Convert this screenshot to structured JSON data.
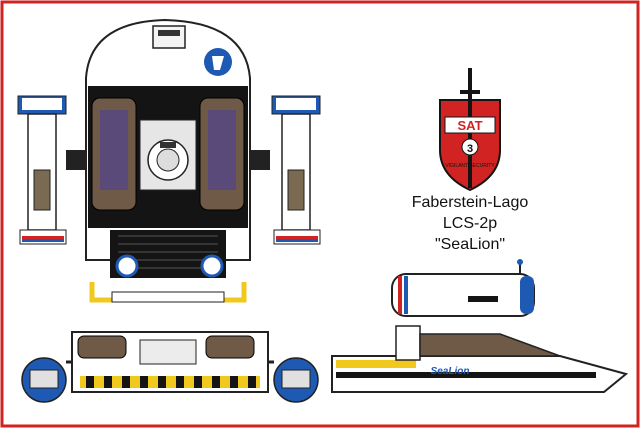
{
  "caption": {
    "manufacturer": "Faberstein-Lago",
    "model": "LCS-2p",
    "nickname": "\"SeaLion\""
  },
  "emblem": {
    "text": "SAT",
    "number": "3",
    "motto": "VIGILANT SECURITY"
  },
  "side_view": {
    "hull_label": "SeaLion"
  },
  "colors": {
    "border": "#d22323",
    "hull_white": "#ffffff",
    "hull_black": "#141414",
    "accent_blue": "#1e5ab4",
    "accent_yellow": "#f0c81e",
    "cockpit_brown": "#6e5a46",
    "stripe_red": "#d22323"
  }
}
